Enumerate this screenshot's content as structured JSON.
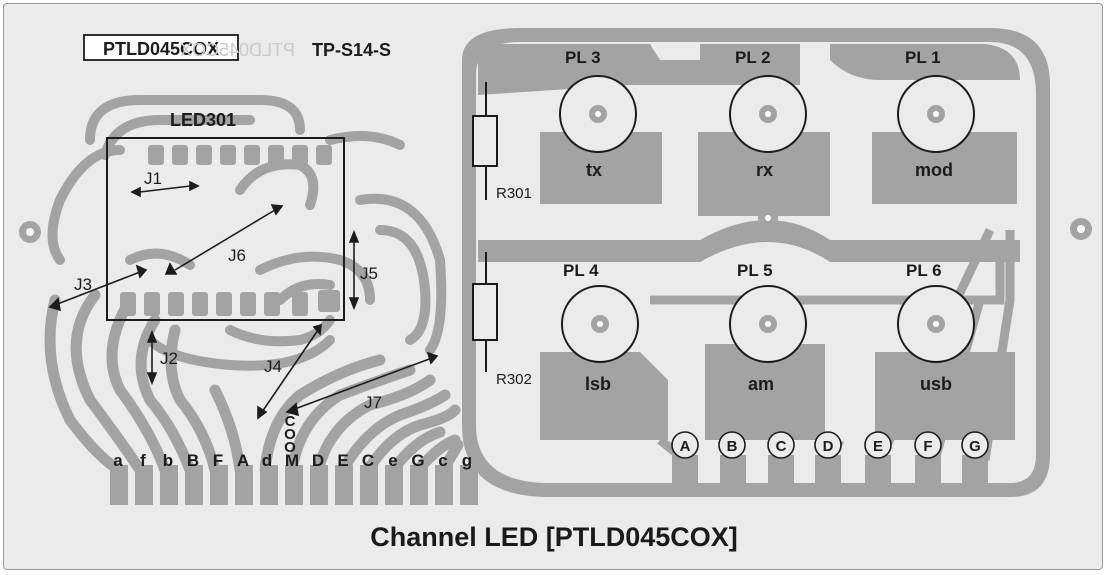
{
  "board_id": "PTLD045COX",
  "board_code": "TP-S14-S",
  "mirror_text": "PTLD045COX",
  "led_label": "LED301",
  "jumpers": [
    "J1",
    "J2",
    "J3",
    "J4",
    "J5",
    "J6",
    "J7"
  ],
  "resistors": [
    "R301",
    "R302"
  ],
  "pads": [
    {
      "id": "PL 3",
      "label": "tx"
    },
    {
      "id": "PL 2",
      "label": "rx"
    },
    {
      "id": "PL 1",
      "label": "mod"
    },
    {
      "id": "PL 4",
      "label": "lsb"
    },
    {
      "id": "PL 5",
      "label": "am"
    },
    {
      "id": "PL 6",
      "label": "usb"
    }
  ],
  "left_connector_pins": [
    "a",
    "f",
    "b",
    "B",
    "F",
    "A",
    "d",
    "M",
    "D",
    "E",
    "C",
    "e",
    "G",
    "c",
    "g"
  ],
  "coo_label": "COO",
  "right_connector_pins": [
    "A",
    "B",
    "C",
    "D",
    "E",
    "F",
    "G"
  ],
  "caption_main": "Channel LED",
  "caption_code": "[PTLD045COX]",
  "colors": {
    "background": "#ebebeb",
    "copper": "#a3a3a3",
    "ink": "#1c1c1c"
  }
}
